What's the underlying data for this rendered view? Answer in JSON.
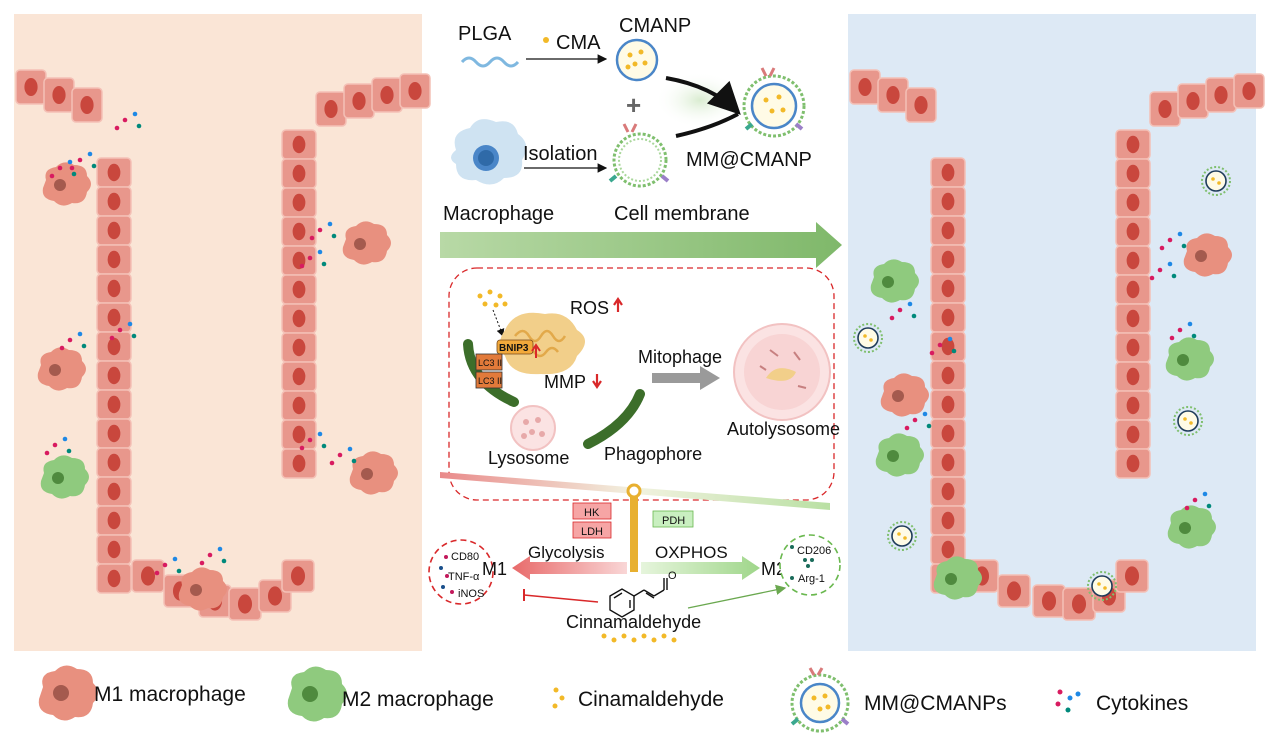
{
  "synthesis": {
    "plga": "PLGA",
    "cma": "CMA",
    "cmanp": "CMANP",
    "plus": "+",
    "isolation": "Isolation",
    "macrophage": "Macrophage",
    "cell_membrane": "Cell membrane",
    "product": "MM@CMANP"
  },
  "mechanism": {
    "ros": "ROS",
    "bnip3": "BNIP3",
    "lc3_top": "LC3 II",
    "lc3_bottom": "LC3 II",
    "mmp": "MMP",
    "mitophage": "Mitophage",
    "lysosome": "Lysosome",
    "phagophore": "Phagophore",
    "autolysosome": "Autolysosome"
  },
  "metabolism": {
    "hk": "HK",
    "ldh": "LDH",
    "pdh": "PDH",
    "glycolysis": "Glycolysis",
    "oxphos": "OXPHOS",
    "m1": "M1",
    "m2": "M2",
    "m1_markers": [
      "CD80",
      "TNF-α",
      "iNOS"
    ],
    "m2_markers": [
      "CD206",
      "Arg-1"
    ],
    "cinnamaldehyde": "Cinnamaldehyde"
  },
  "legend": {
    "m1": "M1 macrophage",
    "m2": "M2 macrophage",
    "cinamaldehyde": "Cinamaldehyde",
    "mmcmanps": "MM@CMANPs",
    "cytokines": "Cytokines"
  },
  "colors": {
    "left_panel_bg": "#fae5d6",
    "right_panel_bg": "#dde9f5",
    "epithelium": "#e8978c",
    "nucleus": "#c9473d",
    "m1_cell": "#e8907f",
    "m2_cell": "#8fca7e",
    "cma_dot": "#f2b928",
    "main_arrow": "#8bbf72",
    "red_dashed": "#d9282a",
    "green_dashed": "#6ab84f",
    "inhibit": "#d9282a"
  }
}
